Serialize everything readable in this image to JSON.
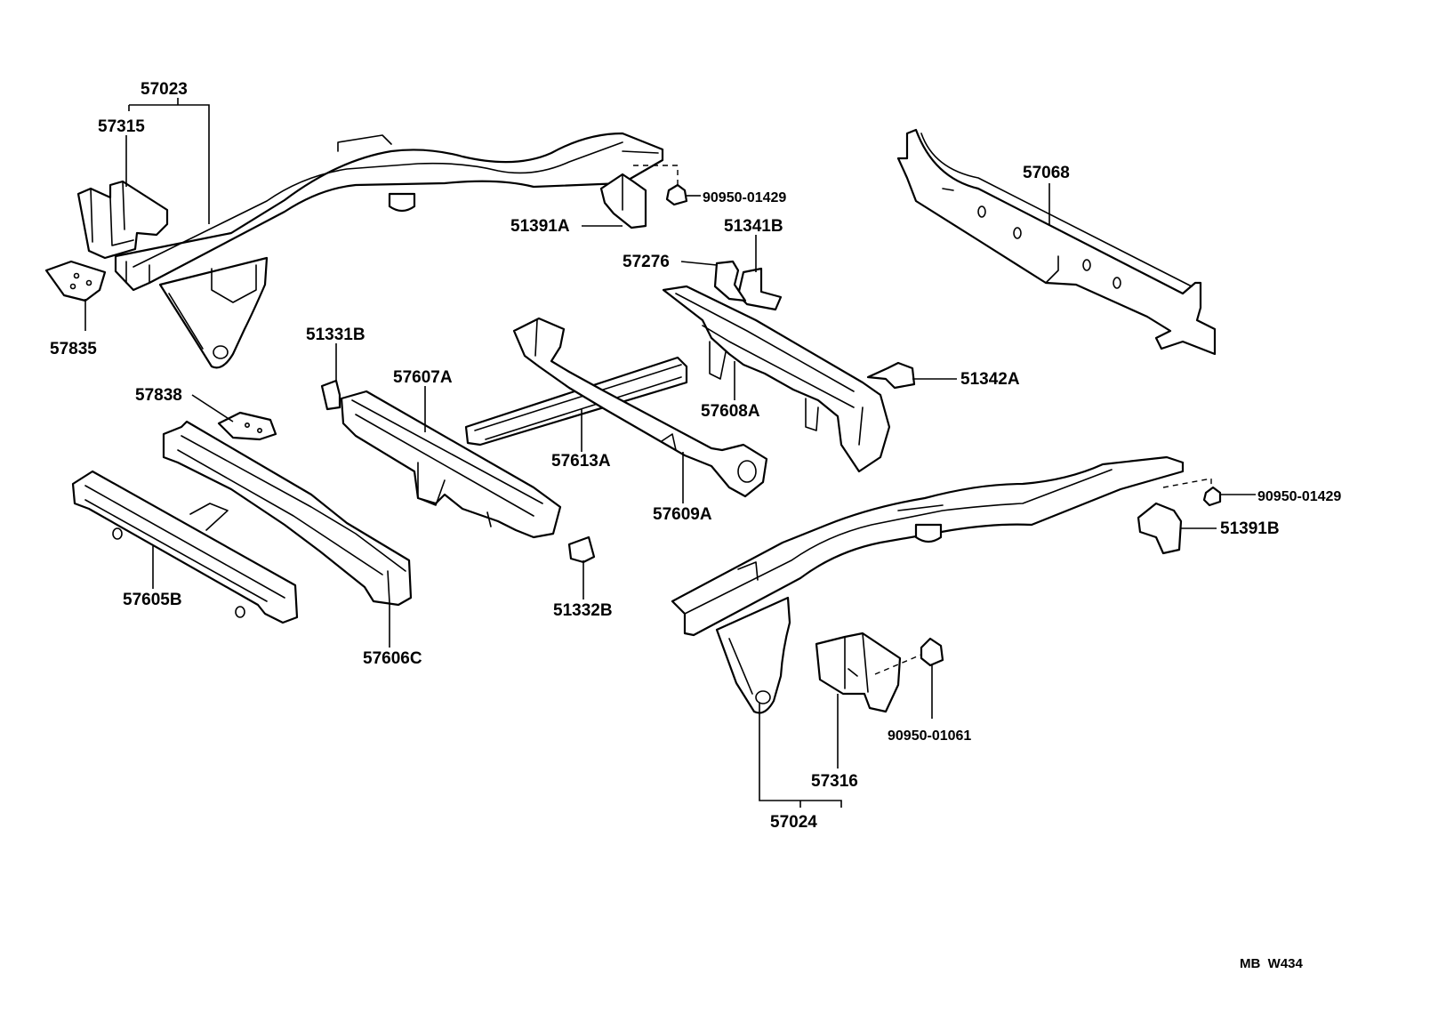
{
  "labels": {
    "p57023": "57023",
    "p57315": "57315",
    "p57835": "57835",
    "p51391A": "51391A",
    "p90950_01429_top": "90950-01429",
    "p57068": "57068",
    "p51341B": "51341B",
    "p57276": "57276",
    "p51331B": "51331B",
    "p57607A": "57607A",
    "p57838": "57838",
    "p51342A": "51342A",
    "p57608A": "57608A",
    "p57613A": "57613A",
    "p57609A": "57609A",
    "p90950_01429_right": "90950-01429",
    "p51391B": "51391B",
    "p57605B": "57605B",
    "p57606C": "57606C",
    "p51332B": "51332B",
    "p90950_01061": "90950-01061",
    "p57316": "57316",
    "p57024": "57024"
  },
  "drawing_code": "MB  W434"
}
